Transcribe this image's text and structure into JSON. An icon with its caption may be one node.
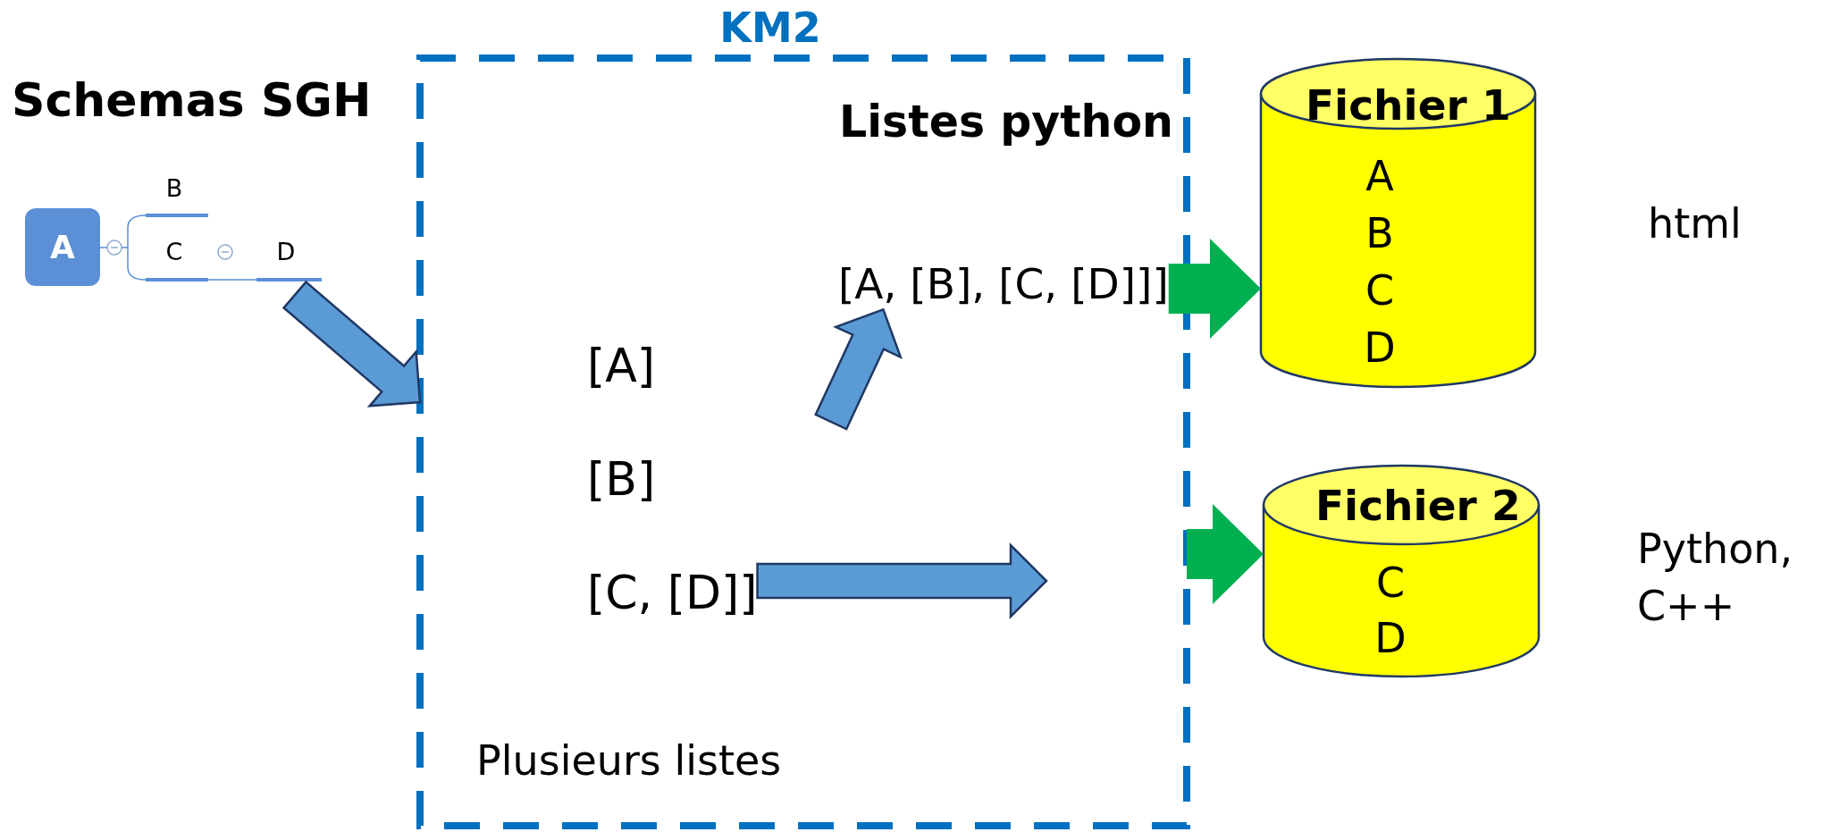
{
  "diagram": {
    "nodes": [
      {
        "text": [
          "Schemas SGH",
          "A",
          "B",
          "C",
          "D"
        ]
      },
      {
        "text": [
          "KM2",
          "Listes python",
          "Plusieurs listes"
        ]
      },
      {
        "text": [
          "[A]"
        ],
        "in": 1
      },
      {
        "text": [
          "[B]"
        ],
        "in": 1
      },
      {
        "text": [
          "[C, [D]]"
        ],
        "in": 1
      },
      {
        "text": [
          "[A, [B], [C, [D]]]"
        ],
        "in": 1
      },
      {
        "text": [
          "Fichier 1",
          "A B C D"
        ],
        "beside": [
          "html"
        ]
      },
      {
        "text": [
          "Fichier 2",
          "C D"
        ],
        "beside": [
          "Python, C++"
        ]
      }
    ],
    "edges": [
      {
        "from": 0,
        "to": 1,
        "arrow": "to"
      },
      {
        "from": null,
        "to": 5,
        "arrow": "to"
      },
      {
        "from": 4,
        "to": null,
        "arrow": "to"
      },
      {
        "from": 5,
        "to": 6,
        "arrow": "to",
        "style": "thick",
        "color": "#00b050"
      },
      {
        "from": 1,
        "to": 7,
        "arrow": "to",
        "style": "thick",
        "color": "#00b050"
      }
    ]
  }
}
